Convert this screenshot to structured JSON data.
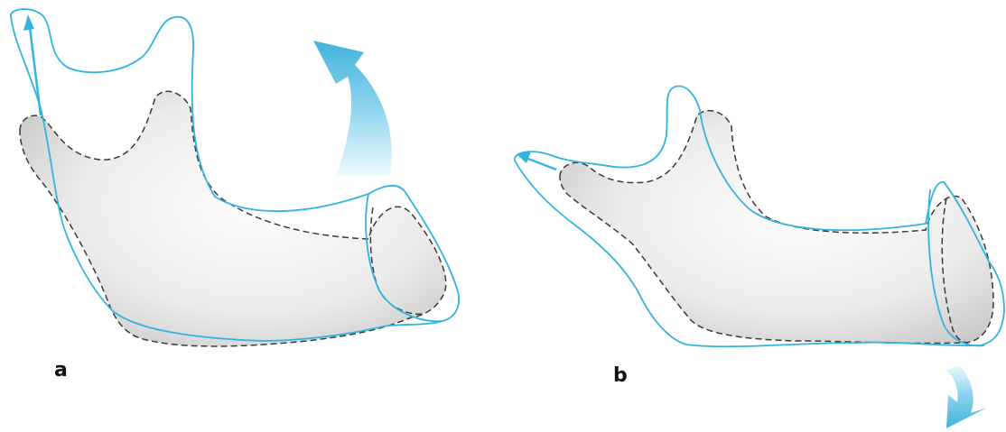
{
  "panels": [
    {
      "label": "a",
      "rotation_arrow": "counter-clockwise"
    },
    {
      "label": "b",
      "rotation_arrow": "clockwise"
    }
  ],
  "colors": {
    "outline_blue": "#33b3e0",
    "dashed_outline": "#3a3a3a",
    "bone_fill_light": "#fbfbfb",
    "bone_fill_shadow": "#bdbdbd",
    "arrow_gradient_dark": "#40b4dc",
    "arrow_gradient_light": "#e4f5fb"
  },
  "icons": {
    "panel_a_arrow": "curved-arrow-up-icon",
    "panel_b_arrow": "curved-arrow-down-icon",
    "vector_arrow": "straight-arrow-icon"
  }
}
